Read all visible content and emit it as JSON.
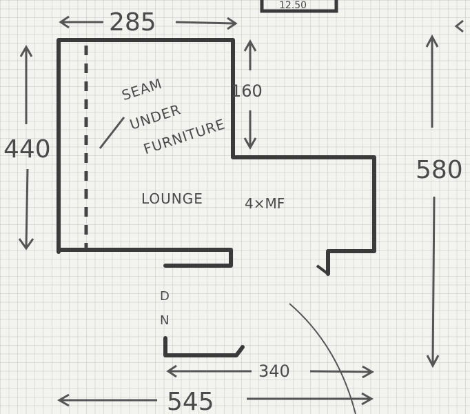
{
  "diagram": {
    "dimensions": {
      "top_width": "285",
      "left_height": "440",
      "step_height": "160",
      "total_height": "580",
      "bottom_inner_width": "340",
      "total_width": "545"
    },
    "notes": {
      "seam_note": [
        "SEAM",
        "UNDER",
        "FURNITURE"
      ],
      "room_name": "LOUNGE",
      "material": "4×MF"
    },
    "door_marks": [
      "D",
      "N"
    ],
    "top_cut_label": "12.50"
  }
}
